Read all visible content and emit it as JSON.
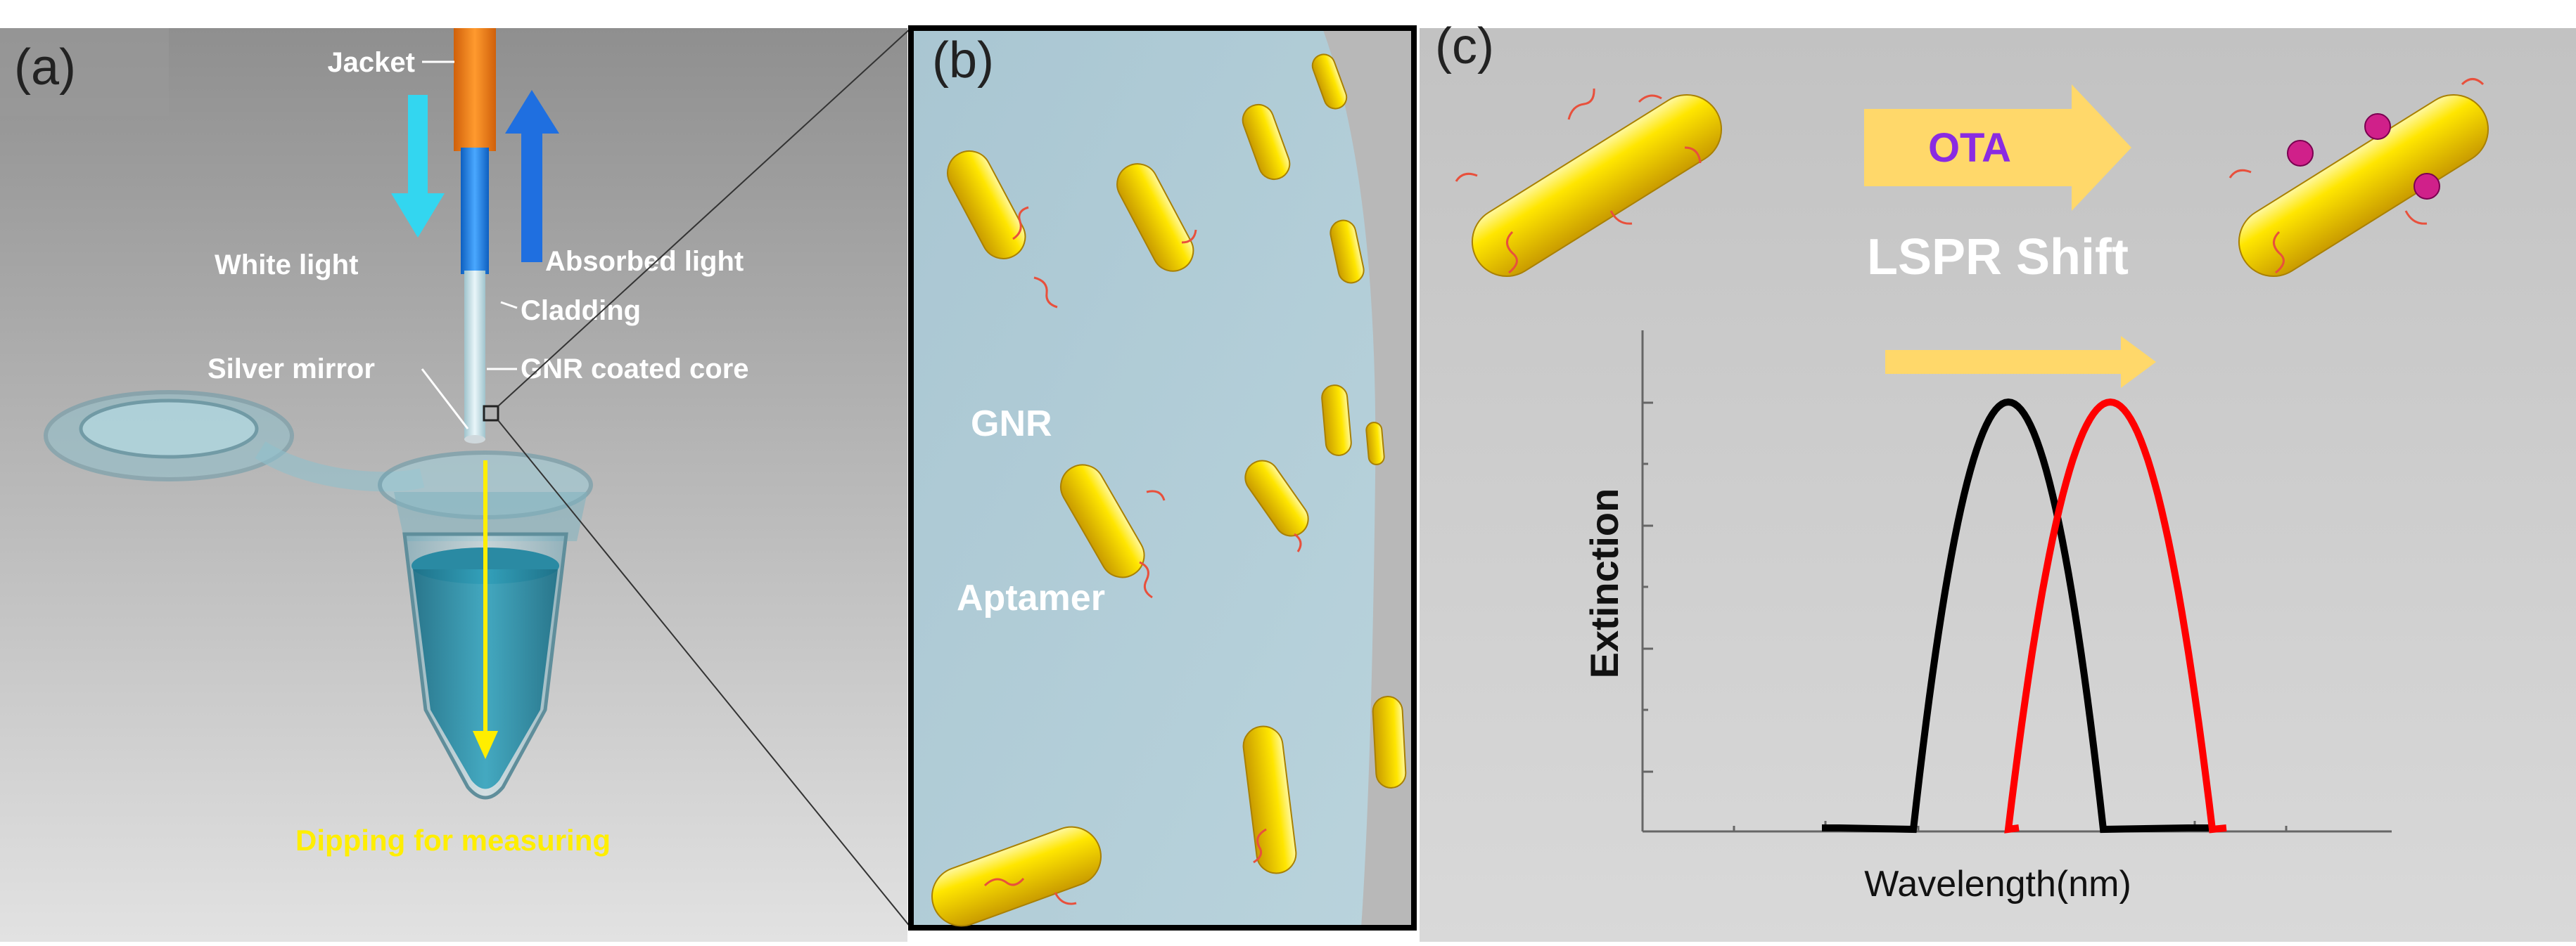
{
  "panel_a": {
    "label": "(a)",
    "jacket": "Jacket",
    "white_light": "White light",
    "absorbed_light": "Absorbed light",
    "cladding": "Cladding",
    "silver_mirror": "Silver mirror",
    "gnr_core": "GNR coated core",
    "dipping": "Dipping for measuring"
  },
  "panel_b": {
    "label": "(b)",
    "gnr": "GNR",
    "aptamer": "Aptamer"
  },
  "panel_c": {
    "label": "(c)",
    "ota": "OTA",
    "lspr_shift": "LSPR Shift",
    "ylabel": "Extinction",
    "xlabel": "Wavelength(nm)"
  },
  "colors": {
    "gold": "#f0c800",
    "fiber_jacket": "#f08018",
    "fiber_cladding": "#1e88e5",
    "white_light_arrow": "#33d6f0",
    "absorbed_light_arrow": "#1f6fe0",
    "dipping_arrow": "#ffee00",
    "shift_arrow": "#ffd86a",
    "curve_before": "#000000",
    "curve_after": "#ff0000",
    "ota_text": "#8a2be2"
  }
}
